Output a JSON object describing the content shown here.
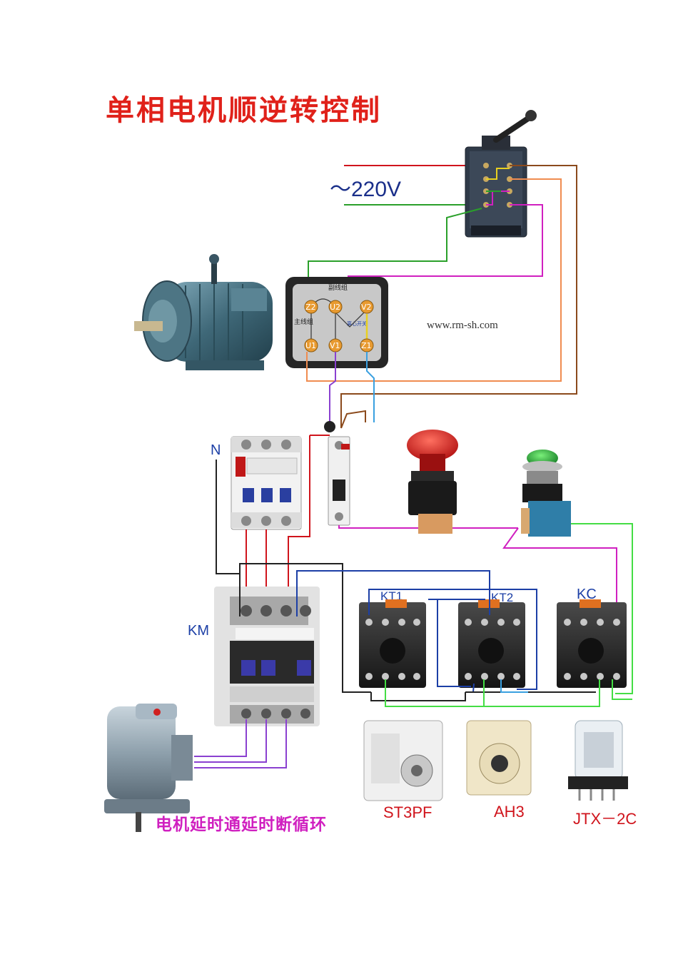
{
  "title": "单相电机顺逆转控制",
  "voltage_label": "～220V",
  "terminal_box": {
    "header": "副线组",
    "main_label": "主线组",
    "aux_label": "离心开关",
    "terminals": [
      "Z2",
      "U2",
      "V2",
      "U1",
      "V1",
      "Z1"
    ]
  },
  "website": "www.rm-sh.com",
  "labels": {
    "n": "N",
    "km": "KM",
    "kt1": "KT1",
    "kt2": "KT2",
    "kc": "KC"
  },
  "bottom_title": "电机延时通延时断循环",
  "products": [
    "ST3PF",
    "AH3",
    "JTX－2C"
  ],
  "colors": {
    "title": "#e0211a",
    "wire_red": "#d0141c",
    "wire_green": "#2aa02a",
    "wire_brown": "#8b4a1c",
    "wire_orange": "#f08c50",
    "wire_magenta": "#d020c0",
    "wire_blue": "#1c3fa6",
    "wire_cyan": "#3aa0e0",
    "wire_lightgreen": "#44dd44",
    "wire_yellow": "#e8d020",
    "bottom_title": "#d020c0"
  }
}
